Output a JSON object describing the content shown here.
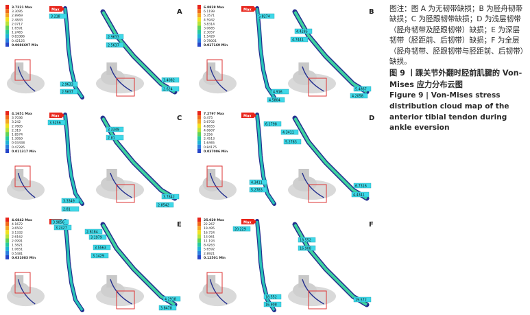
{
  "caption": {
    "note": "图注：图 A 为无韧带缺损；B 为胫舟韧带缺损；C 为胫跟韧带缺损；D 为浅层韧带（胫舟韧带及胫跟韧带）缺损；E 为深层韧带（胫距前、后韧带）缺损；F 为全层（胫舟韧带、胫跟韧带与胫距前、后韧带）缺损。",
    "title_zh": "图 9 丨踝关节外翻时胫前肌腱的 Von-Mises 应力分布云图",
    "title_en": "Figure 9 | Von-Mises stress distribution cloud map of the anterior tibial tendon during ankle eversion"
  },
  "legend_colors": [
    "#e8251b",
    "#f06a1c",
    "#f5a623",
    "#f2e01e",
    "#b8e23a",
    "#5fd35a",
    "#26c9a0",
    "#1fb3d6",
    "#2b7fe0",
    "#2746c9",
    "#1d1f8f"
  ],
  "panels": [
    {
      "letter": "A",
      "legend": [
        "3.7221 Max",
        "3.3095",
        "2.8969",
        "2.4843",
        "2.0717",
        "1.6591",
        "1.2465",
        "0.83386",
        "0.42125",
        "0.0086697 Min"
      ],
      "max_flag": "Max",
      "tags": [
        "3.218",
        "2.9633",
        "2.5637",
        "2.9633",
        "2.5637",
        "3.4082",
        "2.624"
      ]
    },
    {
      "letter": "B",
      "legend": [
        "6.8828 Max",
        "6.1199",
        "5.3571",
        "4.5942",
        "3.8314",
        "3.0685",
        "2.3057",
        "1.5429",
        "0.78001",
        "0.017169 Min"
      ],
      "max_flag": "Max",
      "tags": [
        "5.8274",
        "4.4285",
        "4.7441",
        "4.916",
        "4.5804",
        "5.4867",
        "4.2058"
      ]
    },
    {
      "letter": "C",
      "legend": [
        "4.1651 Max",
        "3.7036",
        "3.242",
        "2.7805",
        "2.319",
        "1.8574",
        "1.3959",
        "0.93438",
        "0.47285",
        "0.011317 Min"
      ],
      "max_flag": "Max",
      "tags": [
        "3.5256",
        "3.3349",
        "2.81",
        "3.3349",
        "2.81",
        "3.7842",
        "2.8542"
      ]
    },
    {
      "letter": "D",
      "legend": [
        "7.2797 Max",
        "6.475",
        "5.6702",
        "4.8655",
        "4.0607",
        "3.256",
        "2.4513",
        "1.6465",
        "0.84175",
        "0.037006 Min"
      ],
      "max_flag": "Max",
      "tags": [
        "6.1798",
        "4.3411",
        "5.2783",
        "4.3411",
        "5.2783",
        "6.7316",
        "4.4341"
      ]
    },
    {
      "letter": "E",
      "legend": [
        "4.6842 Max",
        "4.1672",
        "3.6502",
        "3.1332",
        "2.6162",
        "2.0991",
        "1.5821",
        "1.0651",
        "0.5481",
        "0.031083 Min"
      ],
      "max_flag": "Max",
      "tags": [
        "3.9856",
        "3.2427",
        "2.8184",
        "3.1979",
        "3.5563",
        "3.1429",
        "4.2918",
        "3.8478"
      ]
    },
    {
      "letter": "F",
      "legend": [
        "25.029 Max",
        "22.267",
        "19.495",
        "16.724",
        "13.961",
        "11.193",
        "8.4263",
        "5.6592",
        "2.8921",
        "0.12501 Min"
      ],
      "max_flag": "Max",
      "tags": [
        "20.229",
        "18.552",
        "16.908",
        "18.552",
        "16.908",
        "19.572"
      ]
    }
  ]
}
